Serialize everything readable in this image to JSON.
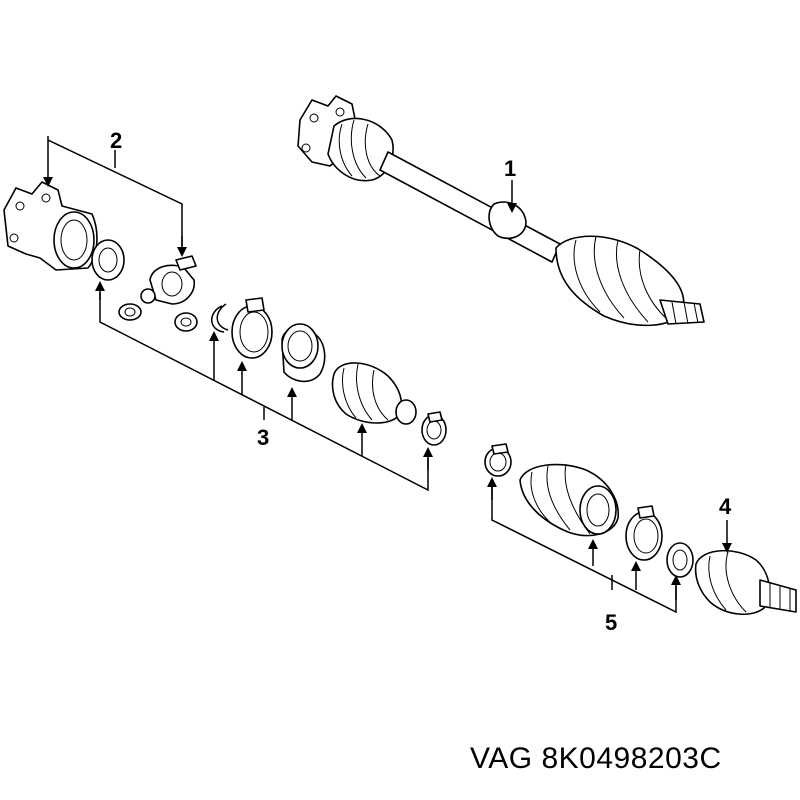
{
  "callouts": {
    "c1": "1",
    "c2": "2",
    "c3": "3",
    "c4": "4",
    "c5": "5"
  },
  "caption": "VAG 8K0498203C"
}
